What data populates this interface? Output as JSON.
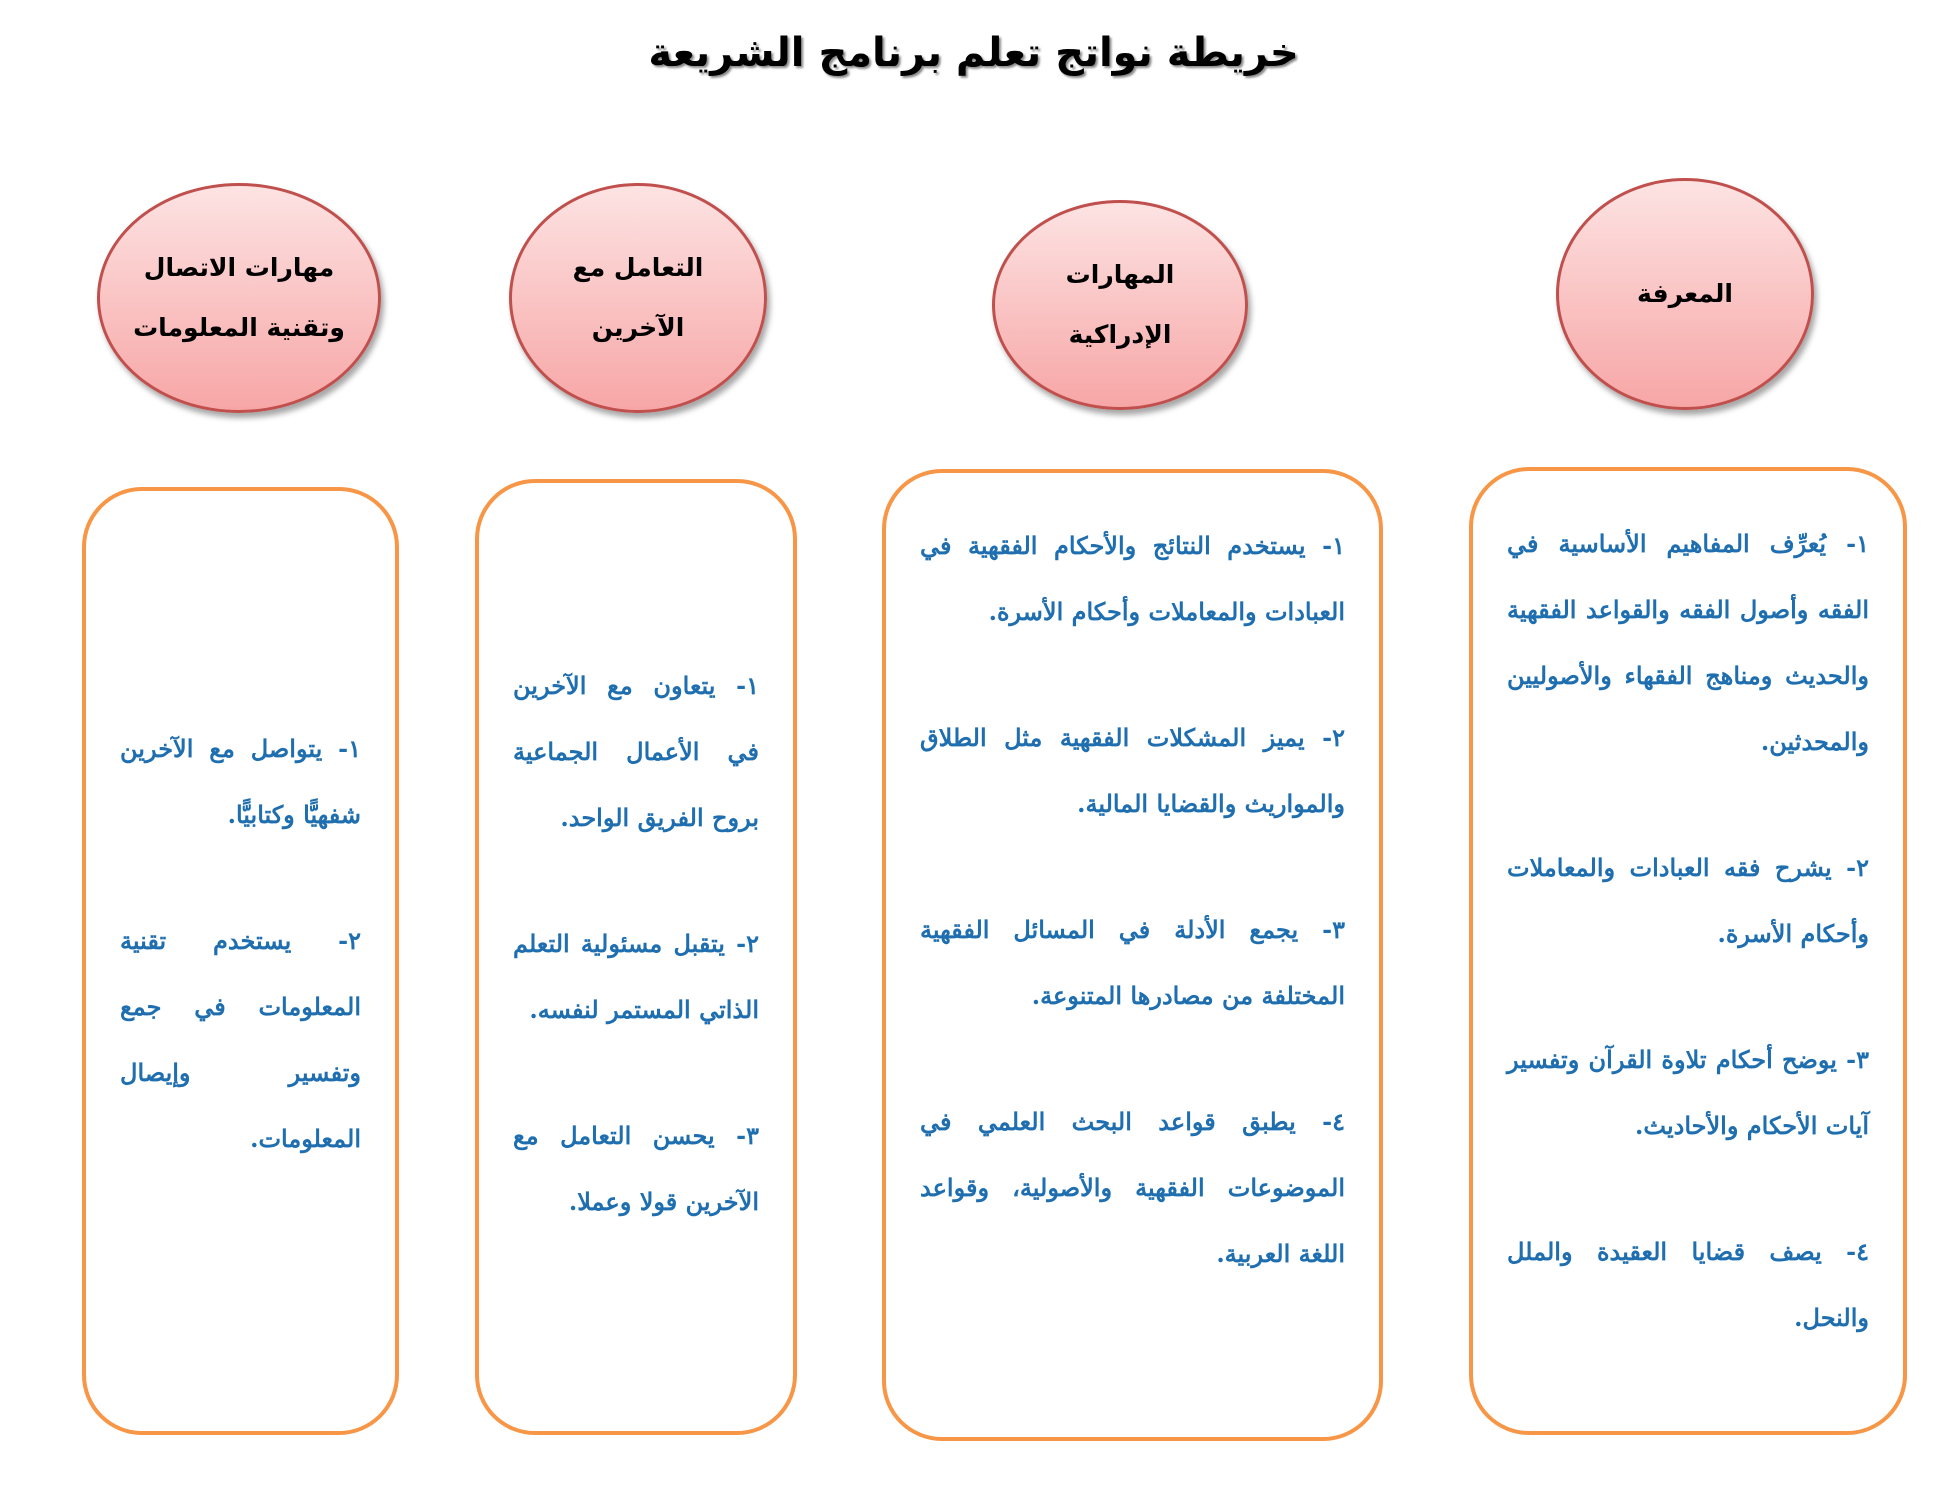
{
  "title": "خريطة نواتج تعلم برنامج الشريعة",
  "categories": [
    {
      "heading": [
        "المعرفة"
      ],
      "items": [
        "١- يُعرِّف المفاهيم الأساسية في الفقه وأصول الفقه والقواعد الفقهية والحديث ومناهج الفقهاء والأصوليين والمحدثين.",
        "٢- يشرح فقه العبادات والمعاملات وأحكام الأسرة.",
        "٣- يوضح أحكام تلاوة القرآن وتفسير آيات الأحكام والأحاديث.",
        "٤- يصف قضايا العقيدة والملل والنحل."
      ]
    },
    {
      "heading": [
        "المهارات",
        "الإدراكية"
      ],
      "items": [
        "١- يستخدم النتائج والأحكام الفقهية في العبادات والمعاملات وأحكام الأسرة.",
        "٢- يميز المشكلات الفقهية مثل الطلاق والمواريث والقضايا المالية.",
        "٣- يجمع الأدلة في المسائل الفقهية المختلفة من مصادرها المتنوعة.",
        "٤- يطبق قواعد البحث العلمي في الموضوعات الفقهية والأصولية، وقواعد اللغة العربية."
      ]
    },
    {
      "heading": [
        "التعامل مع",
        "الآخرين"
      ],
      "items": [
        "١- يتعاون مع الآخرين في الأعمال الجماعية بروح الفريق الواحد.",
        "٢- يتقبل مسئولية التعلم الذاتي المستمر لنفسه.",
        "٣- يحسن التعامل مع الآخرين قولا وعملا."
      ]
    },
    {
      "heading": [
        "مهارات الاتصال",
        "وتقنية المعلومات"
      ],
      "items": [
        "١- يتواصل مع الآخرين شفهيًّا وكتابيًّا.",
        "٢- يستخدم تقنية المعلومات في جمع وتفسير وإيصال المعلومات."
      ]
    }
  ]
}
